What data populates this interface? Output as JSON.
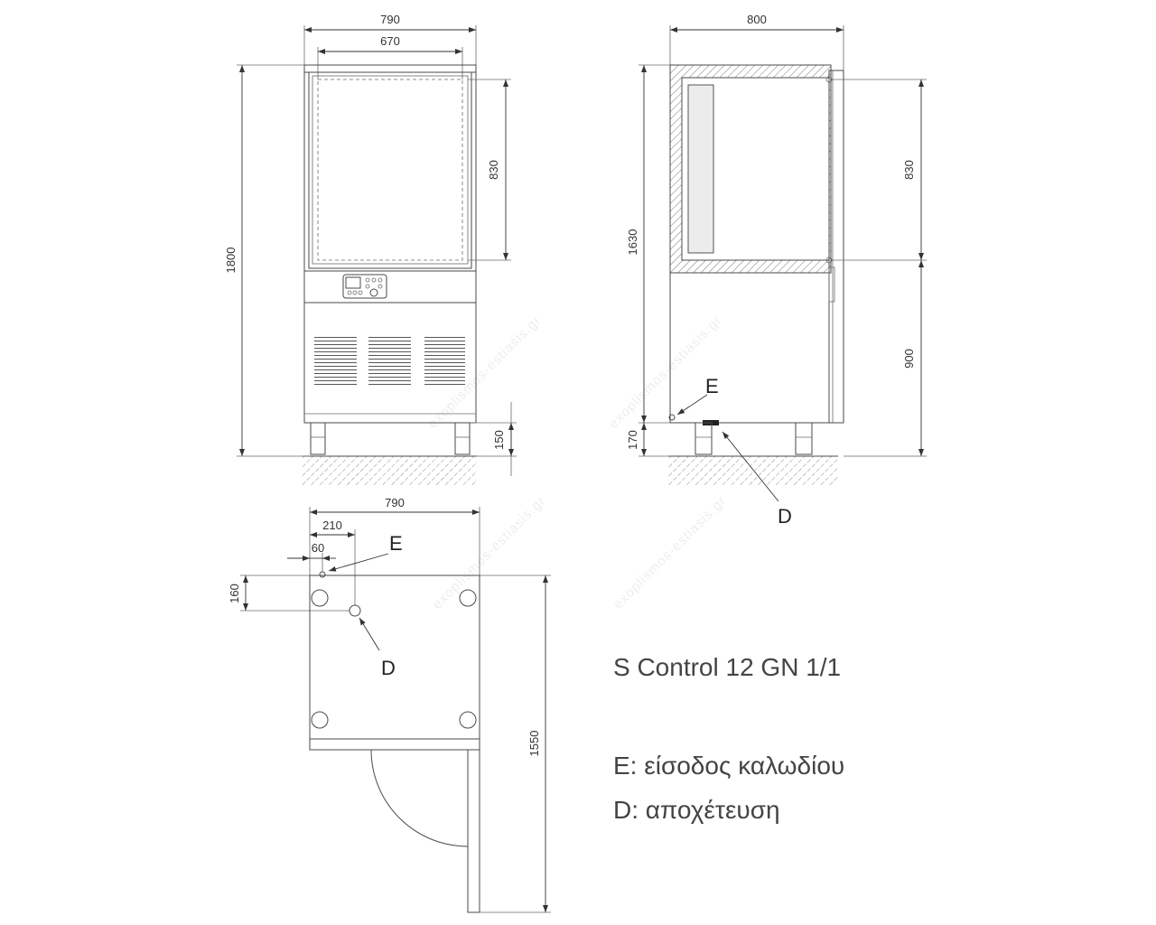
{
  "front_view": {
    "outer_width": "790",
    "inner_width": "670",
    "total_height": "1800",
    "door_height": "830",
    "leg_height": "150"
  },
  "side_view": {
    "depth": "800",
    "body_height": "1630",
    "door_height": "830",
    "lower_height": "900",
    "leg_height": "170",
    "label_e": "E",
    "label_d": "D"
  },
  "top_view": {
    "width": "790",
    "drain_offset_x": "210",
    "cable_offset_x": "60",
    "drain_offset_y": "160",
    "depth_with_door": "1550",
    "label_e": "E",
    "label_d": "D"
  },
  "title": "S Control 12 GN 1/1",
  "legend": [
    "E: είσοδος καλωδίου",
    "D: αποχέτευση"
  ],
  "watermark": "exoplismos-estiasis.gr"
}
